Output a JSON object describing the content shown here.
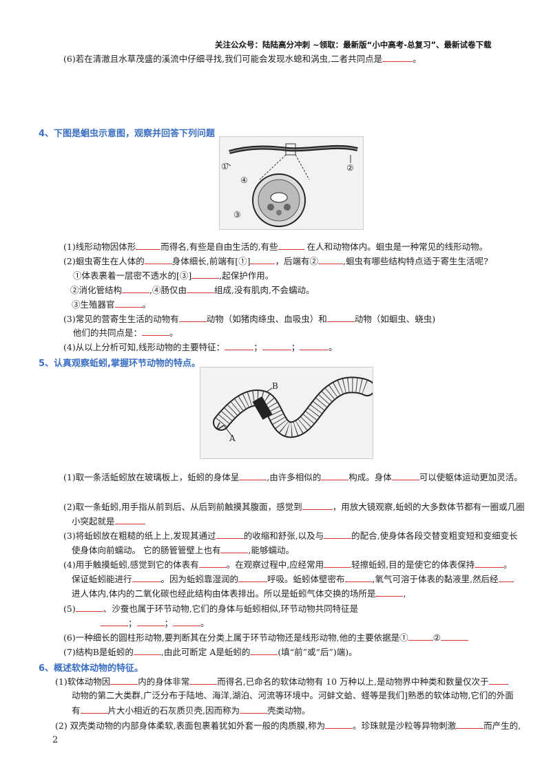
{
  "header": "关注公众号：陆陆高分冲刺 ~领取：最新版“小中高考-总复习”、最新试卷下载",
  "q3_6": {
    "a": "(6)若在清澈且水草茂盛的溪流中仔细寻找,我们可能会发现水螅和涡虫,二者共同点是",
    "b": "。"
  },
  "s4": {
    "title": "4、下图是蛔虫示意图，观察并回答下列问题",
    "fig_labels": [
      "①",
      "②",
      "④",
      "③"
    ],
    "l1": [
      "(1)线形动物因体形",
      "而得名,有些是自由生活的,有些",
      " 在人和动物体内。蛔虫是一种常见的线形动物。"
    ],
    "l2": [
      "(2)蛔虫寄生在人体的",
      "身体细长,前端有[①]",
      "，后端有②",
      ",蛔虫有哪些结构特点适于寄生生活呢?"
    ],
    "l3": [
      "①体表裹着一层密不透水的[③]",
      ",起保护作用。"
    ],
    "l4": [
      "②消化管结构",
      ",④肠仅由",
      "组成,没有肌肉,不会蠕动。"
    ],
    "l5": [
      "③生殖器官",
      "。"
    ],
    "l6": [
      "(3)常见的营寄生生活的动物有",
      "动物（如猪肉绦虫、血吸虫）和",
      "动物（如蛔虫、蛲虫)"
    ],
    "l7": [
      "他们的共同点是：",
      "。"
    ],
    "l8": [
      "(4)从以上分析可知,线形动物的主要特征：",
      "；",
      "；",
      "。"
    ]
  },
  "s5": {
    "title": "5、认真观察蚯蚓,掌握环节动物的特点。",
    "fig_labels": [
      "B",
      "A"
    ],
    "l1": [
      "(1)取一条活蚯蚓放在玻璃板上，蚯蚓的身体呈",
      ",由许多相似的",
      "构成。身体",
      "可以使躯体运动更加灵活。"
    ],
    "l2": [
      "(2)取一条蚯蚓,用手指从前到后、从后到前触摸其腹面，感觉到",
      "，用放大镜观察,蚯蚓的大多数体节都有一圈或几圈"
    ],
    "l3": [
      "小突起就是"
    ],
    "l4": [
      "(3)将蚯蚓放在粗糙的纸上上,发现其通过",
      "的收缩和舒张,以及与",
      "的配合,使身体各段交替变粗变短和变细变长"
    ],
    "l5": [
      "使身体向前蠕动。 它的肠管管壁上也有",
      ",能够蠕动。"
    ],
    "l6": [
      "(4)用手触摸蚯蚓,感觉到它的体表有",
      "。在观察过程中,应经常用",
      "轻擦蚯蚓,目的是使它的体表保持",
      "。"
    ],
    "l7": [
      "保证蚯蚓能进行",
      "。因为蚯蚓靠湿润的",
      "呼吸。蚯蚓体壁密布",
      ",氧气可溶于体表的黏液里,然后经"
    ],
    "l8": [
      "进人体内,体内的二氧化碳也经此结构由体表排出。所以是蚯蚓气体交换的场所是",
      ","
    ],
    "l9": [
      "(5)",
      "、沙蚕也属于环节动物,它们的身体与蚯蚓相似,环节动物共同特征是"
    ],
    "l10": [
      "；",
      "；",
      "。"
    ],
    "l11": [
      "(6)一种细长的圆柱形动物,要判断其在分类上属于环节动物还是线形动物,他的主要依据是①",
      "②"
    ],
    "l12": [
      "(7)结构B是蚯蚓的",
      ",由此可断定 A是蚯蚓的",
      "(填“前”或“后”)端)。"
    ]
  },
  "s6": {
    "title": "6、概述软体动物的特征。",
    "l1": [
      "(1)软体动物因",
      "内的身体非常",
      "而得名,已命名的软体动物有 10 万种以上,是动物界中种类和数量仅次于"
    ],
    "l2": [
      "动物的第二大类群,广泛分布于陆地、海洋,湖泊、河流等环境中。河蚌文蛤、蛏等是我们]熟悉的软体动物,它们的外面"
    ],
    "l3": [
      "有",
      "片大小相近的石灰质贝壳,因而称为",
      "壳类动物。"
    ],
    "l4": [
      "(2) 双壳类动物的内部身体柔软,表面包裹着犹如外套一般的肉质膜,称为",
      "。珍珠就是沙粒等异物刺激",
      "而产生的,"
    ]
  },
  "page_number": "2"
}
